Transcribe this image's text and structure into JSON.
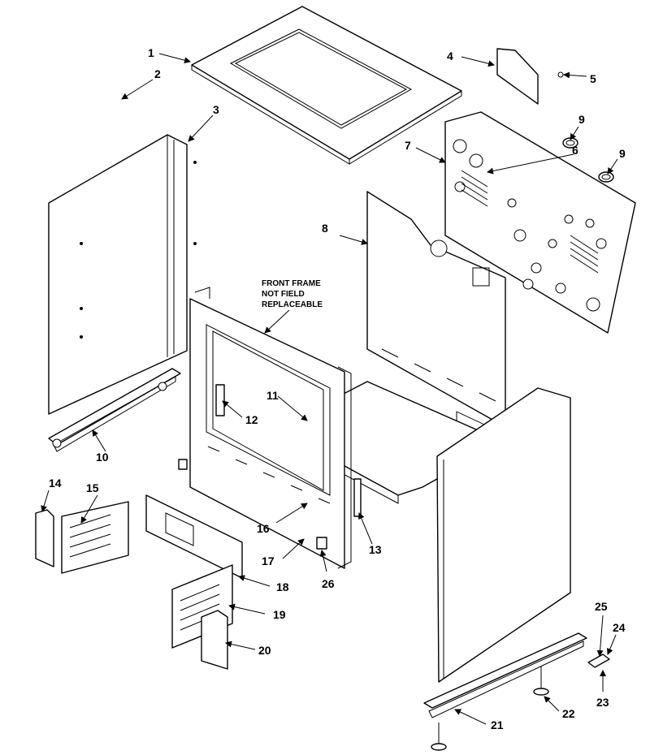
{
  "note": {
    "line1": "FRONT FRAME",
    "line2": "NOT FIELD",
    "line3": "REPLACEABLE"
  },
  "callouts": [
    "1",
    "2",
    "3",
    "4",
    "5",
    "6",
    "7",
    "8",
    "9",
    "9",
    "10",
    "11",
    "12",
    "13",
    "14",
    "15",
    "16",
    "17",
    "18",
    "19",
    "20",
    "21",
    "22",
    "23",
    "24",
    "25",
    "26"
  ]
}
